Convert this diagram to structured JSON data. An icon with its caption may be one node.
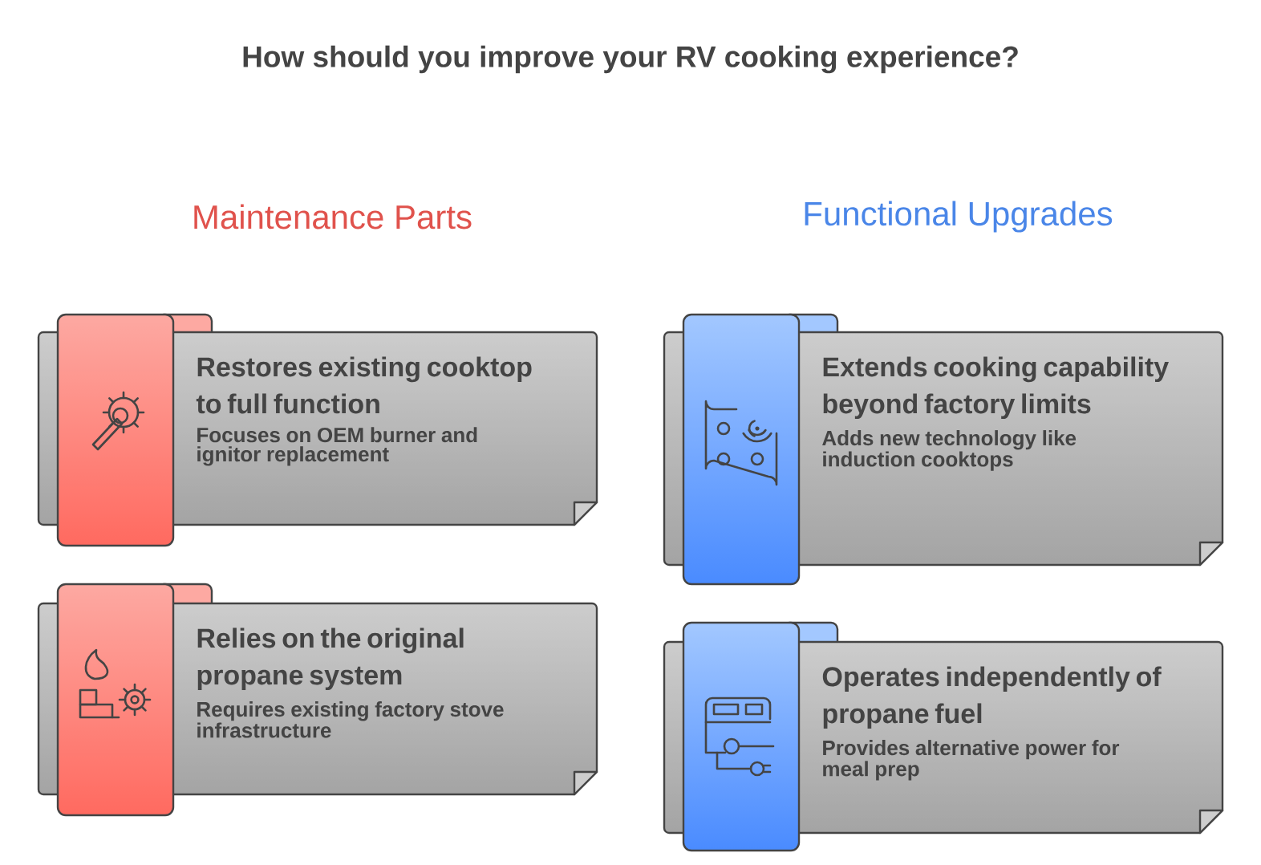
{
  "diagram": {
    "title": "How should you improve your RV cooking experience?",
    "nodes": [
      {
        "text": [
          "Restores existing cooktop to full function",
          "Focuses on OEM burner and ignitor replacement"
        ]
      },
      {
        "text": [
          "Relies on the original propane system",
          "Requires existing factory stove infrastructure"
        ]
      },
      {
        "text": [
          "Extends cooking capability beyond factory limits",
          "Adds new technology like induction cooktops"
        ]
      },
      {
        "text": [
          "Operates independently of propane fuel",
          "Provides alternative power for meal prep"
        ]
      }
    ],
    "labels": [
      "Maintenance Parts",
      "Functional Upgrades"
    ]
  }
}
